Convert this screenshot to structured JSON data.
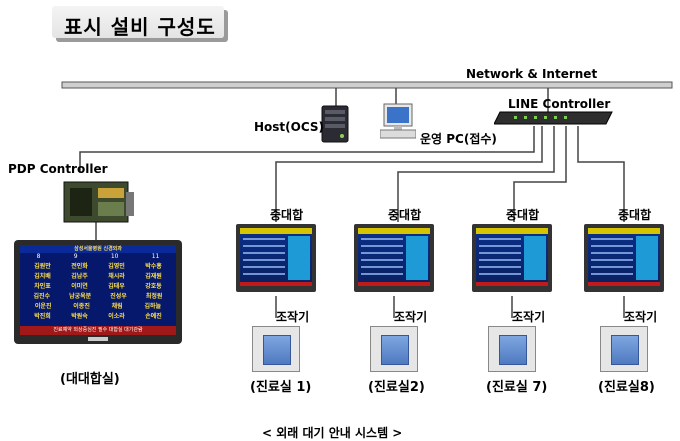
{
  "title": "표시 설비 구성도",
  "network_label": "Network & Internet",
  "host_label": "Host(OCS)",
  "ops_pc_label": "운영 PC(접수)",
  "line_controller_label": "LINE Controller",
  "pdp_controller_label": "PDP Controller",
  "big_display_caption": "(대대합실)",
  "big_display": {
    "header": "삼성서울병원 신경외과",
    "numbers": [
      "8",
      "9",
      "10",
      "11"
    ],
    "rows": [
      [
        "김원만",
        "전인화",
        "김영민",
        "박수홍"
      ],
      [
        "김치배",
        "김남주",
        "채시라",
        "김재원"
      ],
      [
        "차인표",
        "이미연",
        "김태우",
        "강호동"
      ],
      [
        "김진수",
        "남궁옥분",
        "진성우",
        "최정원"
      ],
      [
        "이운진",
        "이종진",
        "채림",
        "김하늘"
      ],
      [
        "박진희",
        "박원숙",
        "이소라",
        "손예진"
      ]
    ],
    "footer": "진료예약 외상중심진 필수 대합실 대기관람"
  },
  "sub_wait_label": "중대합",
  "console_label": "조작기",
  "rooms": [
    "(진료실 1)",
    "(진료실2)",
    "(진료실 7)",
    "(진료실8)"
  ],
  "bottom_caption": "< 외래 대기 안내 시스템 >"
}
